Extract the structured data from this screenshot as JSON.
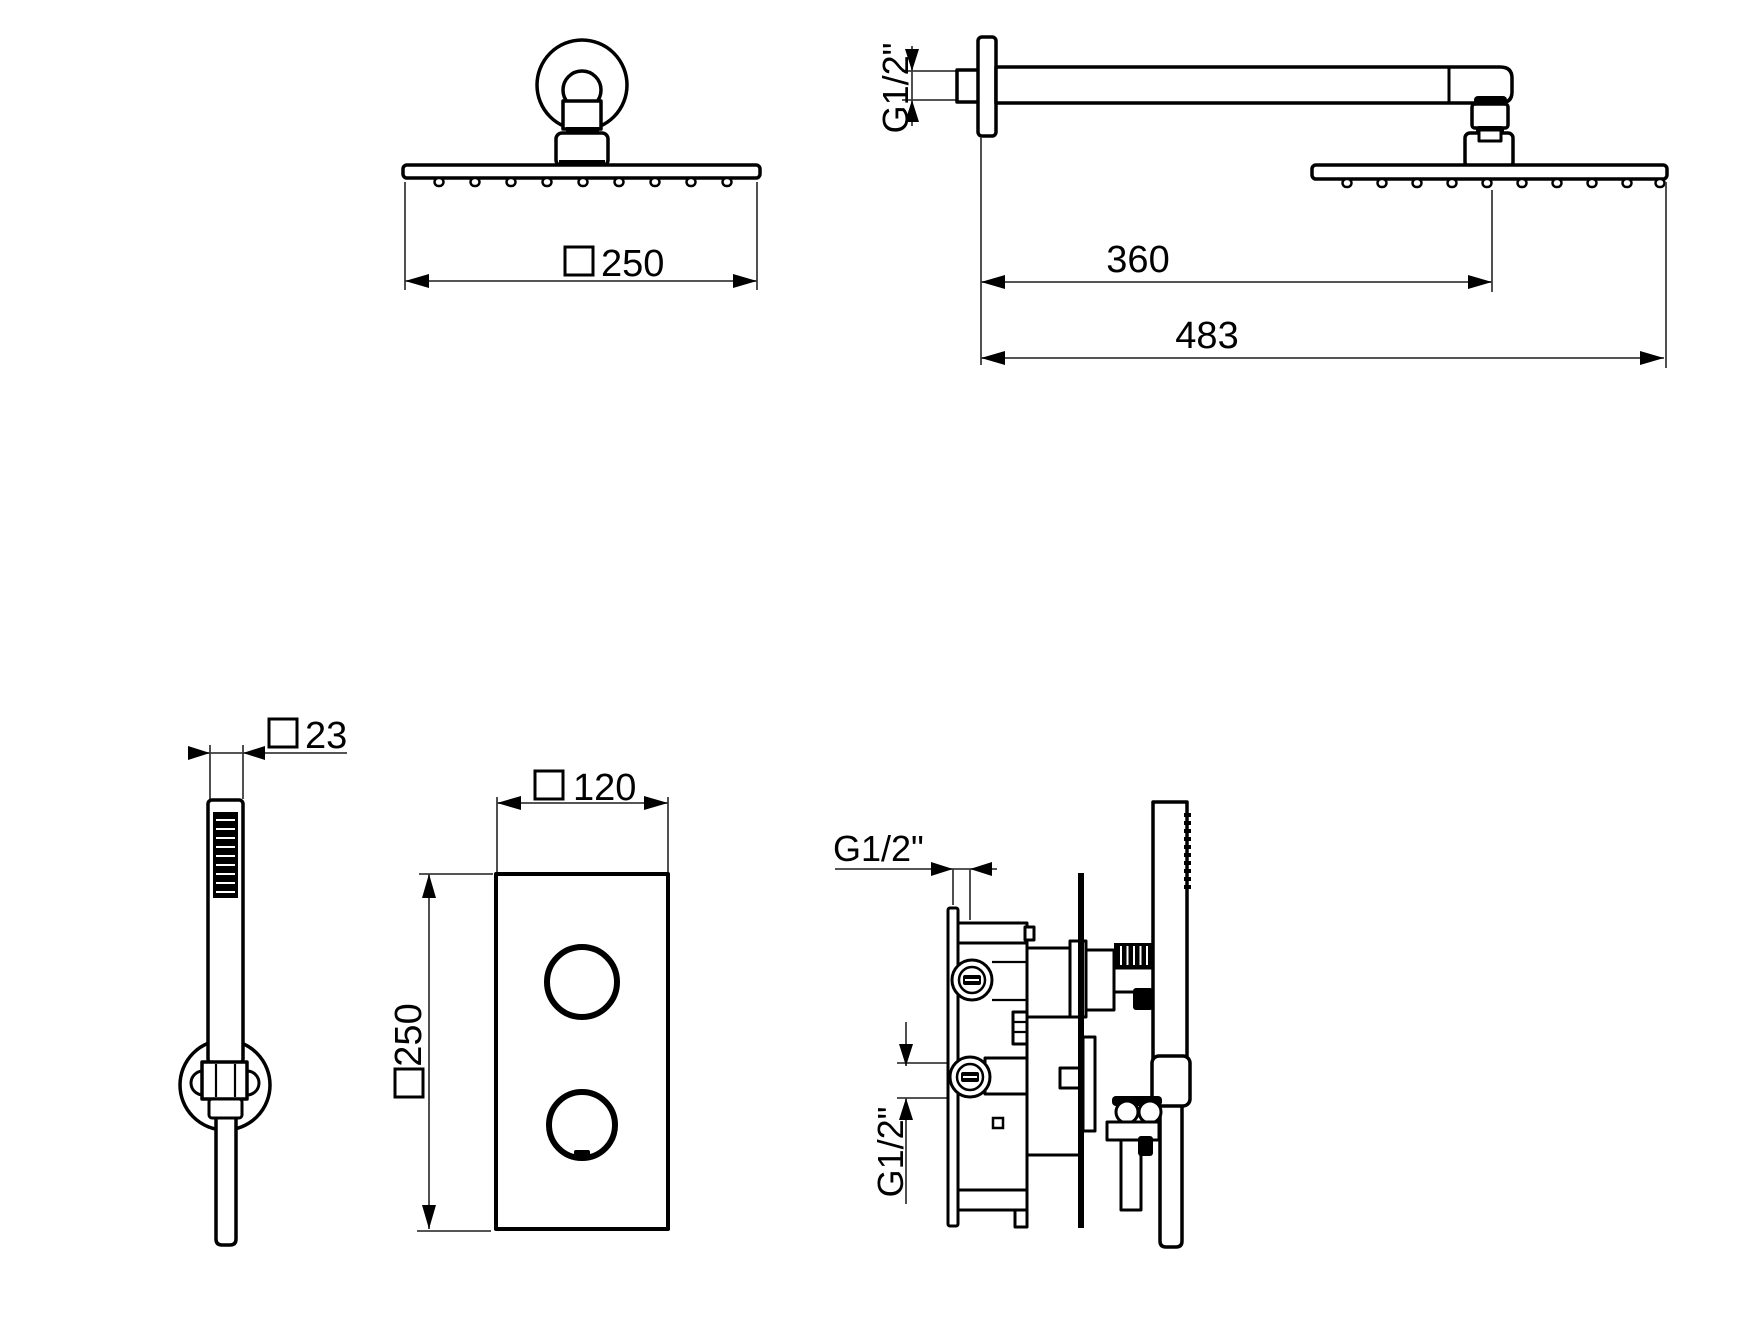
{
  "drawing": {
    "background": "#ffffff",
    "line_color": "#000000",
    "thin_line_color": "#3d3d3d",
    "views": {
      "head_front": {
        "width": {
          "symbol": "□",
          "value": "250"
        }
      },
      "head_side": {
        "thread": {
          "value": "G1/2\""
        },
        "arm_projection": {
          "value": "360"
        },
        "total_projection": {
          "value": "483"
        }
      },
      "hand_shower_front": {
        "width": {
          "symbol": "□",
          "value": "23"
        }
      },
      "panel_front": {
        "width": {
          "symbol": "□",
          "value": "120"
        },
        "height": {
          "symbol": "□",
          "value": "250"
        }
      },
      "valve_side": {
        "inlet_thread": {
          "value": "G1/2\""
        },
        "outlet_thread": {
          "value": "G1/2\""
        }
      }
    }
  }
}
